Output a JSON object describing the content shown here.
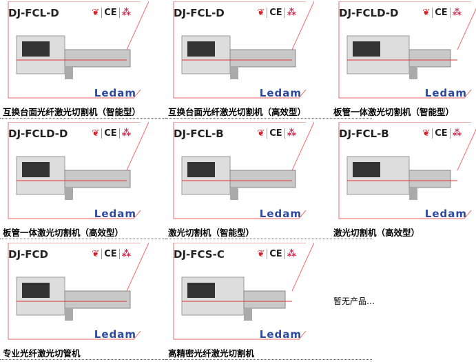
{
  "products": [
    {
      "model": "DJ-FCL-D",
      "title": "互换台面光纤激光切割机（智能型）"
    },
    {
      "model": "DJ-FCL-D",
      "title": "互换台面光纤激光切割机（高效型）"
    },
    {
      "model": "DJ-FCLD-D",
      "title": "板管一体激光切割机（智能型）"
    },
    {
      "model": "DJ-FCLD-D",
      "title": "板管一体激光切割机（高效型）"
    },
    {
      "model": "DJ-FCL-B",
      "title": "激光切割机（智能型）"
    },
    {
      "model": "DJ-FCL-B",
      "title": "激光切割机（高效型）"
    },
    {
      "model": "DJ-FCD",
      "title": "专业光纤激光切管机"
    },
    {
      "model": "DJ-FCS-C",
      "title": "高精密光纤激光切割机"
    }
  ],
  "brand": "Ledam",
  "cert_ce": "CE",
  "empty_text": "暂无产品…",
  "colors": {
    "frame": "#f08080",
    "brand": "#2a4aa0"
  }
}
